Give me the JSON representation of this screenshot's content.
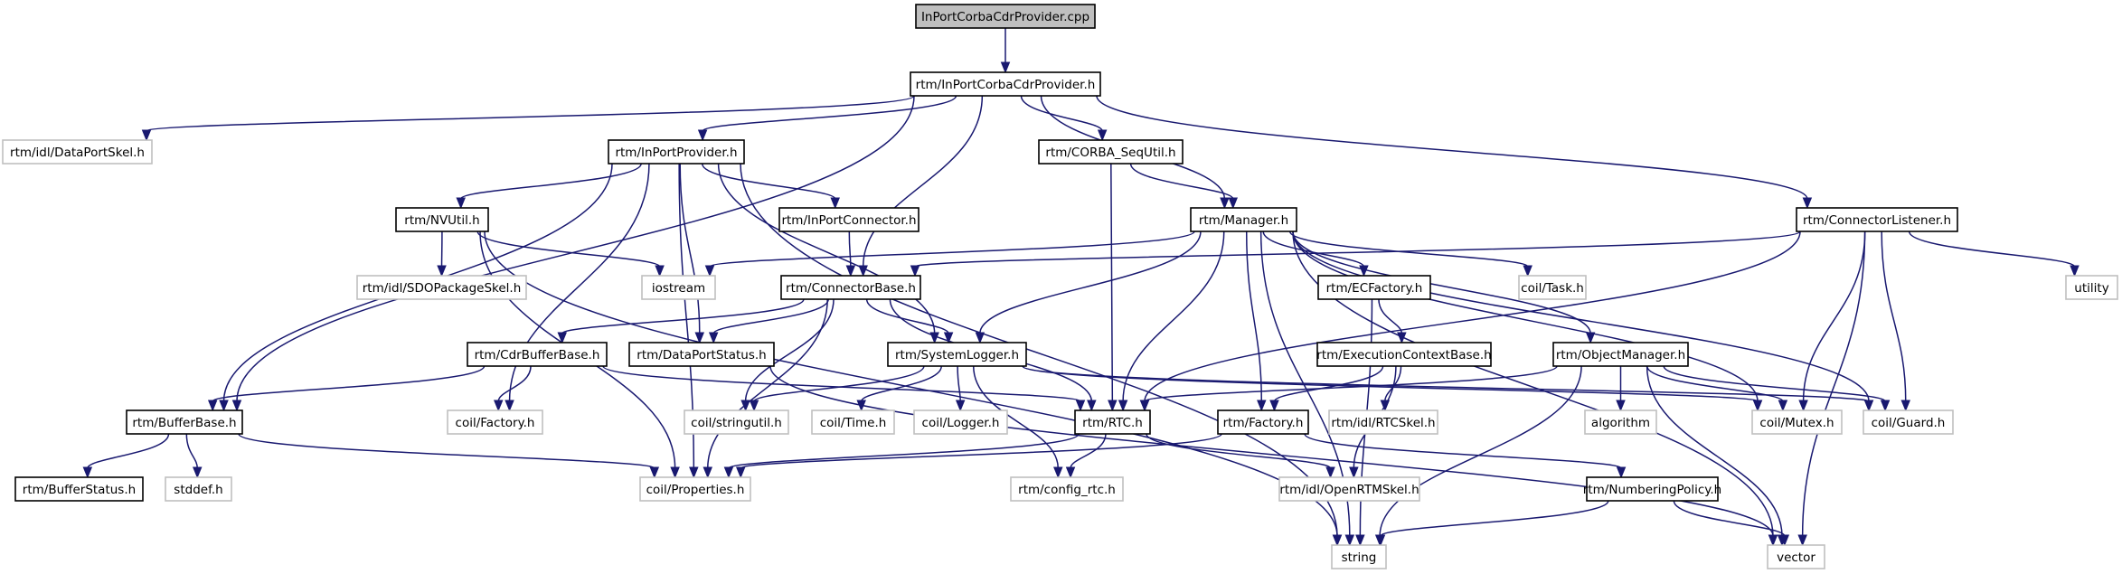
{
  "title": "InPortCorbaCdrProvider.cpp include dependency graph",
  "colors": {
    "edge": "#191970",
    "root_fill": "#bfbfbf",
    "documented_border": "#000000",
    "undocumented_border": "#bfbfbf"
  },
  "nodes": [
    {
      "id": "root",
      "label": "InPortCorbaCdrProvider.cpp",
      "kind": "root"
    },
    {
      "id": "provider_h",
      "label": "rtm/InPortCorbaCdrProvider.h",
      "kind": "documented"
    },
    {
      "id": "dataportskel",
      "label": "rtm/idl/DataPortSkel.h",
      "kind": "undocumented"
    },
    {
      "id": "inportprovider",
      "label": "rtm/InPortProvider.h",
      "kind": "documented"
    },
    {
      "id": "corba_sequtil",
      "label": "rtm/CORBA_SeqUtil.h",
      "kind": "documented"
    },
    {
      "id": "nvutil",
      "label": "rtm/NVUtil.h",
      "kind": "documented"
    },
    {
      "id": "inportconnector",
      "label": "rtm/InPortConnector.h",
      "kind": "documented"
    },
    {
      "id": "manager",
      "label": "rtm/Manager.h",
      "kind": "documented"
    },
    {
      "id": "connectorlistener",
      "label": "rtm/ConnectorListener.h",
      "kind": "documented"
    },
    {
      "id": "sdopackageskel",
      "label": "rtm/idl/SDOPackageSkel.h",
      "kind": "undocumented"
    },
    {
      "id": "iostream",
      "label": "iostream",
      "kind": "undocumented"
    },
    {
      "id": "connectorbase",
      "label": "rtm/ConnectorBase.h",
      "kind": "documented"
    },
    {
      "id": "ecfactory",
      "label": "rtm/ECFactory.h",
      "kind": "documented"
    },
    {
      "id": "coil_task",
      "label": "coil/Task.h",
      "kind": "undocumented"
    },
    {
      "id": "utility",
      "label": "utility",
      "kind": "undocumented"
    },
    {
      "id": "cdrbufferbase",
      "label": "rtm/CdrBufferBase.h",
      "kind": "documented"
    },
    {
      "id": "dataportstatus",
      "label": "rtm/DataPortStatus.h",
      "kind": "documented"
    },
    {
      "id": "systemlogger",
      "label": "rtm/SystemLogger.h",
      "kind": "documented"
    },
    {
      "id": "ecbase",
      "label": "rtm/ExecutionContextBase.h",
      "kind": "documented"
    },
    {
      "id": "objectmanager",
      "label": "rtm/ObjectManager.h",
      "kind": "documented"
    },
    {
      "id": "bufferbase",
      "label": "rtm/BufferBase.h",
      "kind": "documented"
    },
    {
      "id": "coil_factory",
      "label": "coil/Factory.h",
      "kind": "undocumented"
    },
    {
      "id": "coil_stringutil",
      "label": "coil/stringutil.h",
      "kind": "undocumented"
    },
    {
      "id": "coil_time",
      "label": "coil/Time.h",
      "kind": "undocumented"
    },
    {
      "id": "coil_logger",
      "label": "coil/Logger.h",
      "kind": "undocumented"
    },
    {
      "id": "rtc",
      "label": "rtm/RTC.h",
      "kind": "documented"
    },
    {
      "id": "rtm_factory",
      "label": "rtm/Factory.h",
      "kind": "documented"
    },
    {
      "id": "rtcskel",
      "label": "rtm/idl/RTCSkel.h",
      "kind": "undocumented"
    },
    {
      "id": "algorithm",
      "label": "algorithm",
      "kind": "undocumented"
    },
    {
      "id": "coil_mutex",
      "label": "coil/Mutex.h",
      "kind": "undocumented"
    },
    {
      "id": "coil_guard",
      "label": "coil/Guard.h",
      "kind": "undocumented"
    },
    {
      "id": "bufferstatus",
      "label": "rtm/BufferStatus.h",
      "kind": "documented"
    },
    {
      "id": "stddef",
      "label": "stddef.h",
      "kind": "undocumented"
    },
    {
      "id": "coil_properties",
      "label": "coil/Properties.h",
      "kind": "undocumented"
    },
    {
      "id": "config_rtc",
      "label": "rtm/config_rtc.h",
      "kind": "undocumented"
    },
    {
      "id": "openrtmskel",
      "label": "rtm/idl/OpenRTMSkel.h",
      "kind": "undocumented"
    },
    {
      "id": "numberingpolicy",
      "label": "rtm/NumberingPolicy.h",
      "kind": "documented"
    },
    {
      "id": "string",
      "label": "string",
      "kind": "undocumented"
    },
    {
      "id": "vector",
      "label": "vector",
      "kind": "undocumented"
    }
  ],
  "edges": [
    [
      "root",
      "provider_h"
    ],
    [
      "provider_h",
      "dataportskel"
    ],
    [
      "provider_h",
      "inportprovider"
    ],
    [
      "provider_h",
      "corba_sequtil"
    ],
    [
      "provider_h",
      "manager"
    ],
    [
      "provider_h",
      "connectorlistener"
    ],
    [
      "provider_h",
      "bufferbase"
    ],
    [
      "provider_h",
      "connectorbase"
    ],
    [
      "inportprovider",
      "nvutil"
    ],
    [
      "inportprovider",
      "inportconnector"
    ],
    [
      "inportprovider",
      "bufferbase"
    ],
    [
      "inportprovider",
      "systemlogger"
    ],
    [
      "inportprovider",
      "dataportstatus"
    ],
    [
      "inportprovider",
      "coil_factory"
    ],
    [
      "inportprovider",
      "coil_properties"
    ],
    [
      "inportprovider",
      "string"
    ],
    [
      "corba_sequtil",
      "manager"
    ],
    [
      "corba_sequtil",
      "rtc"
    ],
    [
      "nvutil",
      "sdopackageskel"
    ],
    [
      "nvutil",
      "iostream"
    ],
    [
      "nvutil",
      "coil_properties"
    ],
    [
      "nvutil",
      "string"
    ],
    [
      "inportconnector",
      "connectorbase"
    ],
    [
      "manager",
      "iostream"
    ],
    [
      "manager",
      "ecfactory"
    ],
    [
      "manager",
      "coil_task"
    ],
    [
      "manager",
      "systemlogger"
    ],
    [
      "manager",
      "rtc"
    ],
    [
      "manager",
      "rtm_factory"
    ],
    [
      "manager",
      "objectmanager"
    ],
    [
      "manager",
      "coil_mutex"
    ],
    [
      "manager",
      "coil_guard"
    ],
    [
      "manager",
      "string"
    ],
    [
      "manager",
      "vector"
    ],
    [
      "connectorlistener",
      "connectorbase"
    ],
    [
      "connectorlistener",
      "utility"
    ],
    [
      "connectorlistener",
      "rtc"
    ],
    [
      "connectorlistener",
      "coil_mutex"
    ],
    [
      "connectorlistener",
      "coil_guard"
    ],
    [
      "connectorlistener",
      "vector"
    ],
    [
      "connectorbase",
      "cdrbufferbase"
    ],
    [
      "connectorbase",
      "dataportstatus"
    ],
    [
      "connectorbase",
      "systemlogger"
    ],
    [
      "connectorbase",
      "rtc"
    ],
    [
      "connectorbase",
      "coil_stringutil"
    ],
    [
      "connectorbase",
      "coil_properties"
    ],
    [
      "ecfactory",
      "ecbase"
    ],
    [
      "ecfactory",
      "string"
    ],
    [
      "cdrbufferbase",
      "bufferbase"
    ],
    [
      "cdrbufferbase",
      "coil_factory"
    ],
    [
      "cdrbufferbase",
      "rtc"
    ],
    [
      "dataportstatus",
      "vector"
    ],
    [
      "systemlogger",
      "coil_stringutil"
    ],
    [
      "systemlogger",
      "coil_time"
    ],
    [
      "systemlogger",
      "coil_logger"
    ],
    [
      "systemlogger",
      "config_rtc"
    ],
    [
      "systemlogger",
      "coil_mutex"
    ],
    [
      "systemlogger",
      "coil_guard"
    ],
    [
      "ecbase",
      "rtm_factory"
    ],
    [
      "ecbase",
      "rtcskel"
    ],
    [
      "ecbase",
      "openrtmskel"
    ],
    [
      "objectmanager",
      "rtc"
    ],
    [
      "objectmanager",
      "algorithm"
    ],
    [
      "objectmanager",
      "coil_mutex"
    ],
    [
      "objectmanager",
      "coil_guard"
    ],
    [
      "objectmanager",
      "string"
    ],
    [
      "objectmanager",
      "vector"
    ],
    [
      "bufferbase",
      "bufferstatus"
    ],
    [
      "bufferbase",
      "stddef"
    ],
    [
      "bufferbase",
      "coil_properties"
    ],
    [
      "rtc",
      "config_rtc"
    ],
    [
      "rtc",
      "openrtmskel"
    ],
    [
      "rtc",
      "coil_properties"
    ],
    [
      "rtm_factory",
      "coil_properties"
    ],
    [
      "rtm_factory",
      "numberingpolicy"
    ],
    [
      "numberingpolicy",
      "string"
    ],
    [
      "numberingpolicy",
      "vector"
    ]
  ]
}
